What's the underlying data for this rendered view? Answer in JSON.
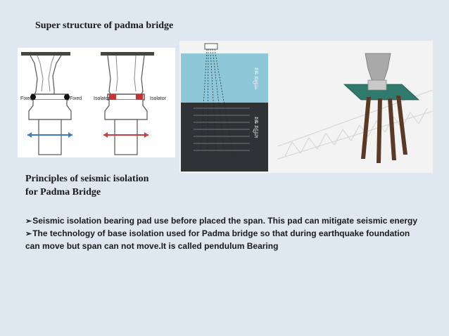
{
  "slide": {
    "title": "Super structure of padma bridge",
    "subtitle_line1": "Principles of seismic isolation",
    "subtitle_line2": "for Padma Bridge",
    "bullet_marker": "➢",
    "bullets": [
      "Seismic isolation bearing pad use before placed the span. This pad can mitigate seismic energy",
      "The technology of base isolation used for Padma bridge so that during earthquake foundation can move but span can  not move.It is called pendulum Bearing"
    ]
  },
  "diagram_left": {
    "label_fixed_left": "Fixed",
    "label_fixed_right": "Fixed",
    "label_isolator_left": "Isolator",
    "label_isolator_right": "Isolator",
    "arrow_blue": "#3b7cc4",
    "arrow_red": "#d03a3a",
    "isolator_color": "#c93232"
  },
  "diagram_right": {
    "water_color": "#8ec8d8",
    "soil_color": "#2f3335",
    "bengali_label_upper": "পানির স্তর",
    "bengali_label_lower": "মাটির স্তর",
    "deck_color": "#2f7a6c",
    "pile_color": "#5a3a26"
  }
}
